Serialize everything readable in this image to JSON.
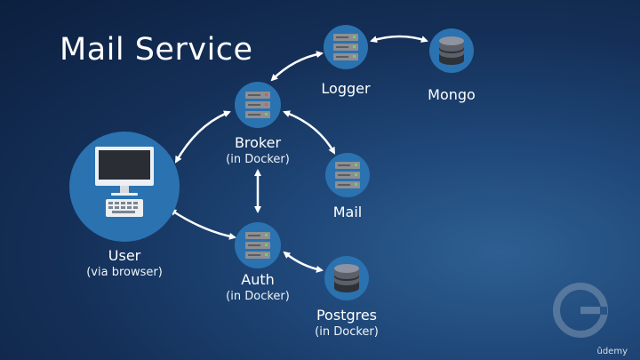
{
  "title": "Mail Service",
  "nodes": {
    "user": {
      "label": "User",
      "sub": "(via browser)",
      "icon": "computer-icon"
    },
    "broker": {
      "label": "Broker",
      "sub": "(in Docker)",
      "icon": "server-icon"
    },
    "logger": {
      "label": "Logger",
      "icon": "server-icon"
    },
    "mongo": {
      "label": "Mongo",
      "icon": "database-icon"
    },
    "mail": {
      "label": "Mail",
      "icon": "server-icon"
    },
    "auth": {
      "label": "Auth",
      "sub": "(in Docker)",
      "icon": "server-icon"
    },
    "postgres": {
      "label": "Postgres",
      "sub": "(in Docker)",
      "icon": "database-icon"
    }
  },
  "edges": [
    {
      "from": "user",
      "to": "broker",
      "direction": "both"
    },
    {
      "from": "user",
      "to": "auth",
      "direction": "both"
    },
    {
      "from": "broker",
      "to": "auth",
      "direction": "both"
    },
    {
      "from": "broker",
      "to": "logger",
      "direction": "both"
    },
    {
      "from": "broker",
      "to": "mail",
      "direction": "both"
    },
    {
      "from": "logger",
      "to": "mongo",
      "direction": "both"
    },
    {
      "from": "auth",
      "to": "postgres",
      "direction": "both"
    }
  ],
  "colors": {
    "node": "#2b72b0",
    "wire": "#ffffff",
    "server": "#8d8f93",
    "database": "#5b6069"
  },
  "watermark": "ûdemy"
}
